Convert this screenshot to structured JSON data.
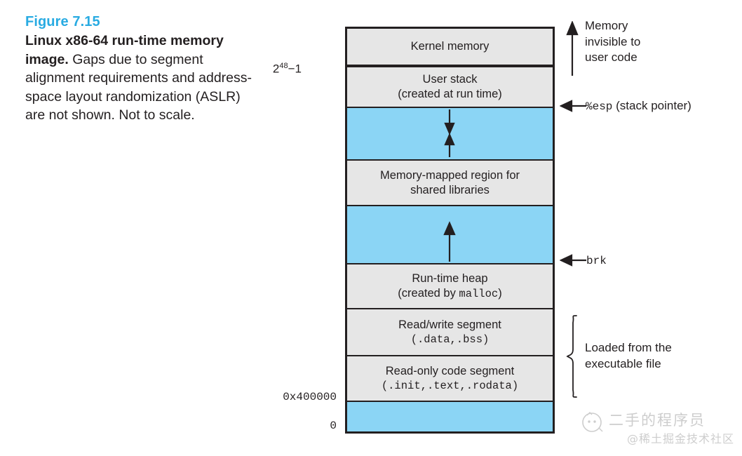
{
  "caption": {
    "figure_number": "Figure 7.15",
    "title": "Linux x86-64 run-time memory image.",
    "body": " Gaps due to segment alignment requirements and address-space layout randomization (ASLR) are not shown. Not to scale."
  },
  "colors": {
    "accent": "#29abe2",
    "block_gray": "#e6e6e6",
    "block_blue": "#8bd5f5",
    "outline": "#231f20"
  },
  "diagram": {
    "blocks": [
      {
        "id": "kernel-memory",
        "fill": "gray",
        "line1": "Kernel memory",
        "line2": "",
        "line2_mono": ""
      },
      {
        "id": "user-stack",
        "fill": "gray",
        "line1": "User stack",
        "line2": "(created at run time)",
        "line2_mono": ""
      },
      {
        "id": "stack-gap",
        "fill": "blue",
        "line1": "",
        "line2": "",
        "line2_mono": ""
      },
      {
        "id": "memory-mapped-region",
        "fill": "gray",
        "line1": "Memory-mapped region for",
        "line2": "shared libraries",
        "line2_mono": ""
      },
      {
        "id": "heap-gap",
        "fill": "blue",
        "line1": "",
        "line2": "",
        "line2_mono": ""
      },
      {
        "id": "run-time-heap",
        "fill": "gray",
        "line1": "Run-time heap",
        "line2_prefix": "(created by ",
        "line2_mono": "malloc",
        "line2_suffix": ")"
      },
      {
        "id": "read-write-segment",
        "fill": "gray",
        "line1": "Read/write segment",
        "line2_mono": "(.data,.bss)"
      },
      {
        "id": "read-only-code-segment",
        "fill": "gray",
        "line1": "Read-only code segment",
        "line2_mono": "(.init,.text,.rodata)"
      },
      {
        "id": "unmapped-low",
        "fill": "blue",
        "line1": "",
        "line2": "",
        "line2_mono": ""
      }
    ],
    "address_labels": [
      {
        "id": "addr-2-48-minus-1",
        "base": "2",
        "exp": "48",
        "tail": "−1",
        "mono": false
      },
      {
        "id": "addr-0x400000",
        "text": "0x400000",
        "mono": true
      },
      {
        "id": "addr-0",
        "text": "0",
        "mono": true
      }
    ]
  },
  "annotations": {
    "kernel": {
      "line1": "Memory",
      "line2": "invisible to",
      "line3": "user code"
    },
    "stack_pointer": {
      "symbol": "%esp",
      "label": "(stack pointer)"
    },
    "brk": {
      "symbol": "brk"
    },
    "loaded": {
      "line1": "Loaded from the",
      "line2": "executable file"
    }
  },
  "watermark": {
    "title": "二手的程序员",
    "subtitle": "@稀土掘金技术社区"
  }
}
